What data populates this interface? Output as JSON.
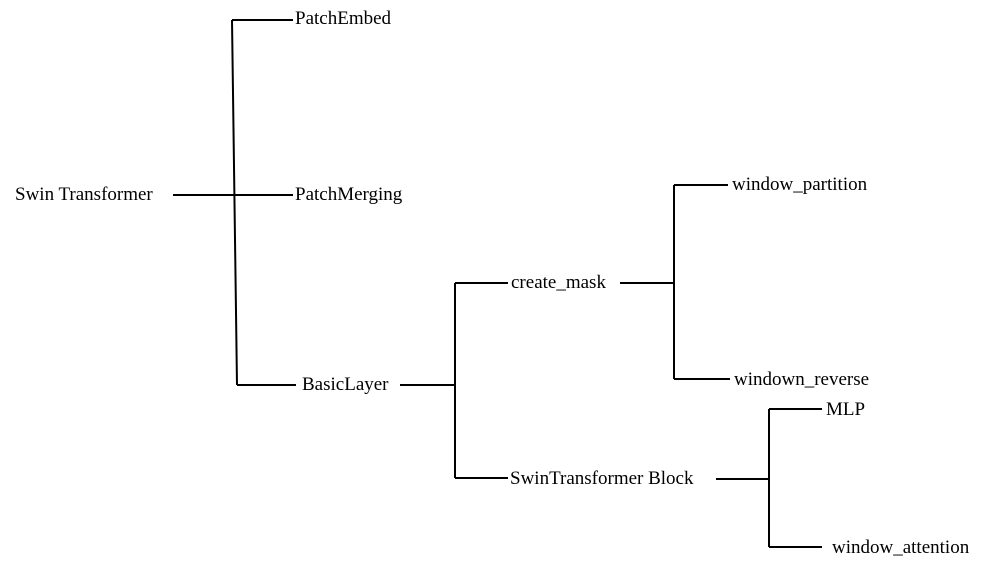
{
  "diagram": {
    "type": "tree",
    "nodes": {
      "root": "Swin Transformer",
      "patch_embed": "PatchEmbed",
      "patch_merging": "PatchMerging",
      "basic_layer": "BasicLayer",
      "create_mask": "create_mask",
      "window_partition": "window_partition",
      "windown_reverse": "windown_reverse",
      "swin_block": "SwinTransformer Block",
      "mlp": "MLP",
      "window_attention": "window_attention"
    },
    "edges": [
      [
        "root",
        "patch_embed"
      ],
      [
        "root",
        "patch_merging"
      ],
      [
        "root",
        "basic_layer"
      ],
      [
        "basic_layer",
        "create_mask"
      ],
      [
        "basic_layer",
        "swin_block"
      ],
      [
        "create_mask",
        "window_partition"
      ],
      [
        "create_mask",
        "windown_reverse"
      ],
      [
        "swin_block",
        "mlp"
      ],
      [
        "swin_block",
        "window_attention"
      ]
    ]
  }
}
